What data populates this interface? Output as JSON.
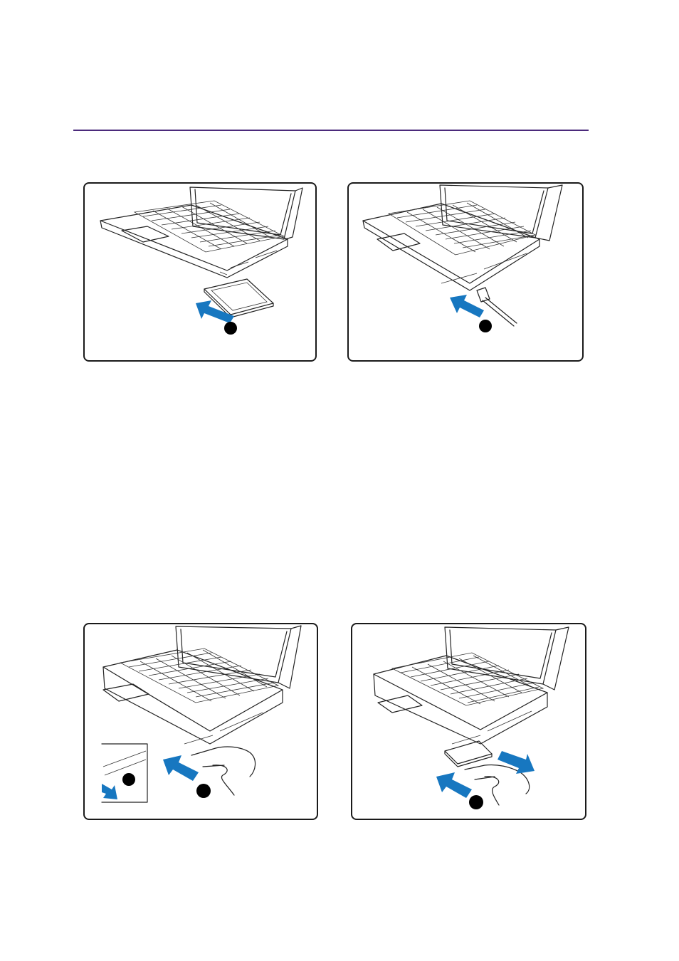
{
  "page": {
    "rule_color": "#4b2a7b"
  },
  "illustrations": [
    {
      "id": "insert-pc-card",
      "arrow_color": "#1777c0",
      "callout_icon": "black-circle-callout"
    },
    {
      "id": "connect-cable",
      "arrow_color": "#1777c0",
      "callout_icon": "black-circle-callout"
    },
    {
      "id": "press-eject-button",
      "arrow_color": "#1777c0",
      "callout_icon": "black-circle-callout"
    },
    {
      "id": "remove-pc-card",
      "arrow_color": "#1777c0",
      "callout_icon": "black-circle-callout"
    }
  ]
}
